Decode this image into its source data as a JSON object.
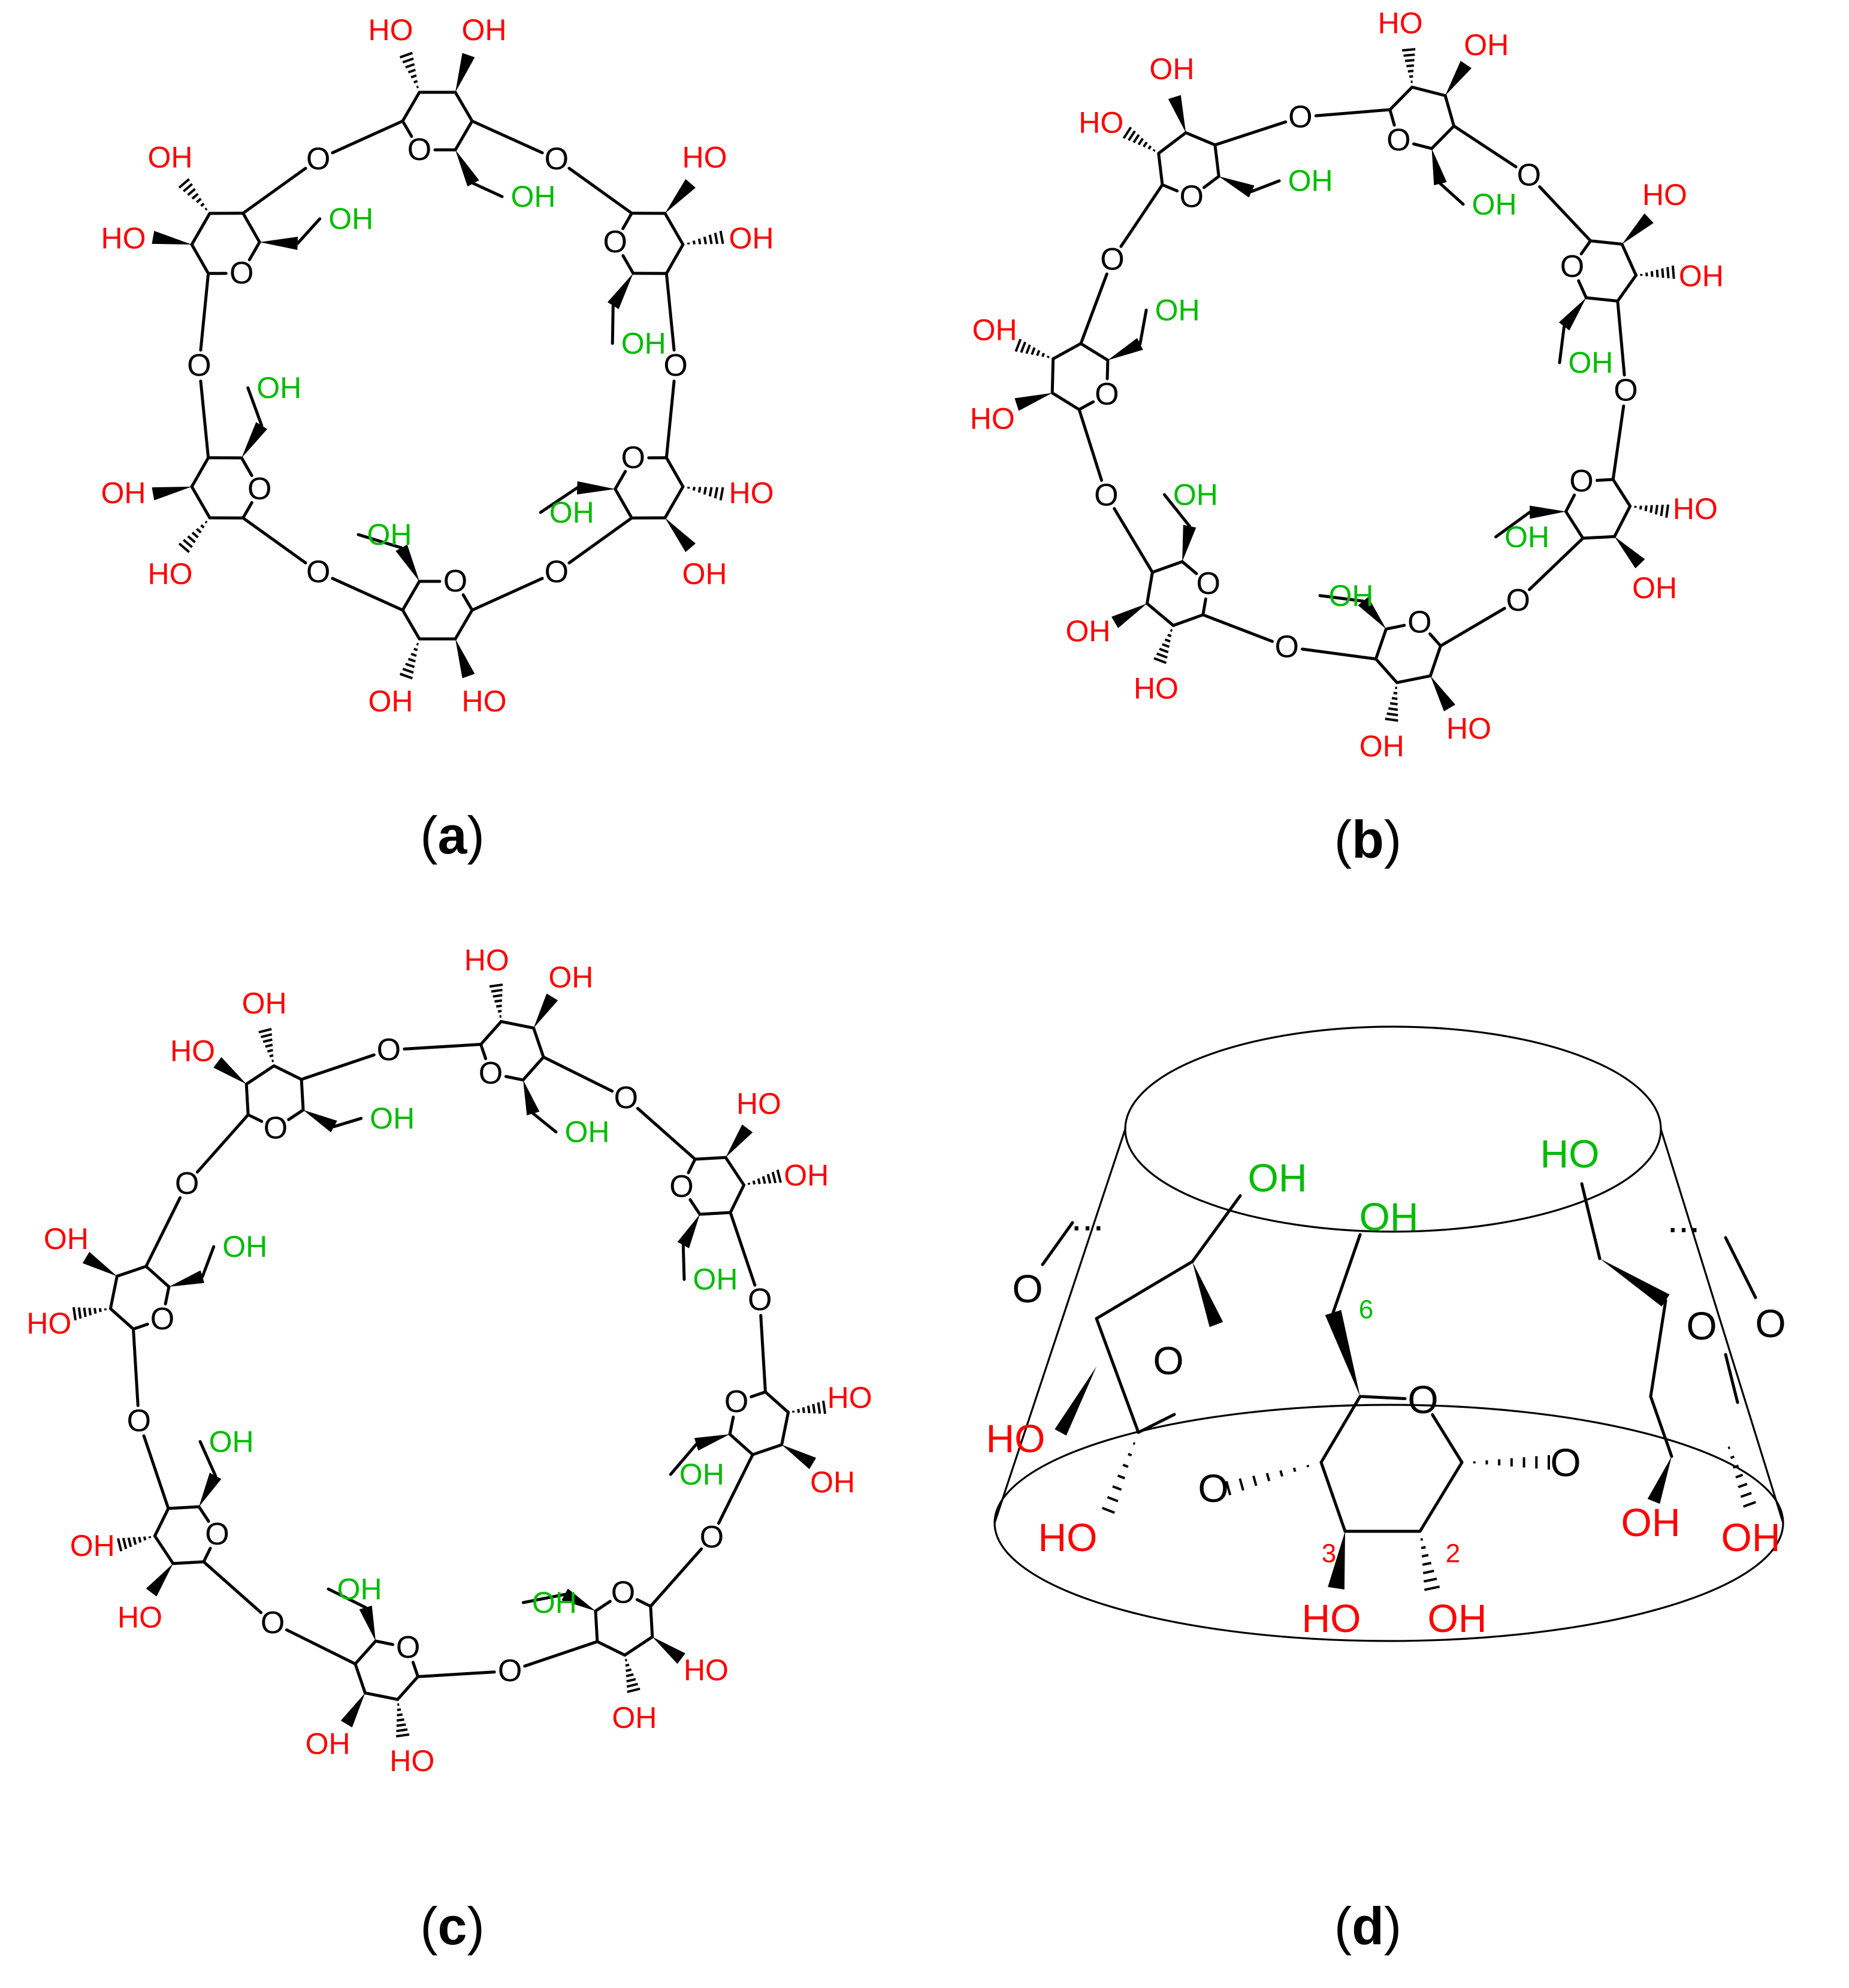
{
  "labels": {
    "hydroxyl": "HO",
    "hydroxyl_r": "OH",
    "oxygen": "O",
    "dots": "..."
  },
  "panels": {
    "a": {
      "open": "(",
      "letter": "a",
      "close": ")"
    },
    "b": {
      "open": "(",
      "letter": "b",
      "close": ")"
    },
    "c": {
      "open": "(",
      "letter": "c",
      "close": ")"
    },
    "d": {
      "open": "(",
      "letter": "d",
      "close": ")"
    }
  },
  "positions": {
    "p6": "6",
    "p3": "3",
    "p2": "2"
  },
  "colors": {
    "secondary_hydroxyl": "#ff0000",
    "primary_hydroxyl": "#00bb00",
    "bonds": "#000000",
    "background": "#ffffff"
  }
}
